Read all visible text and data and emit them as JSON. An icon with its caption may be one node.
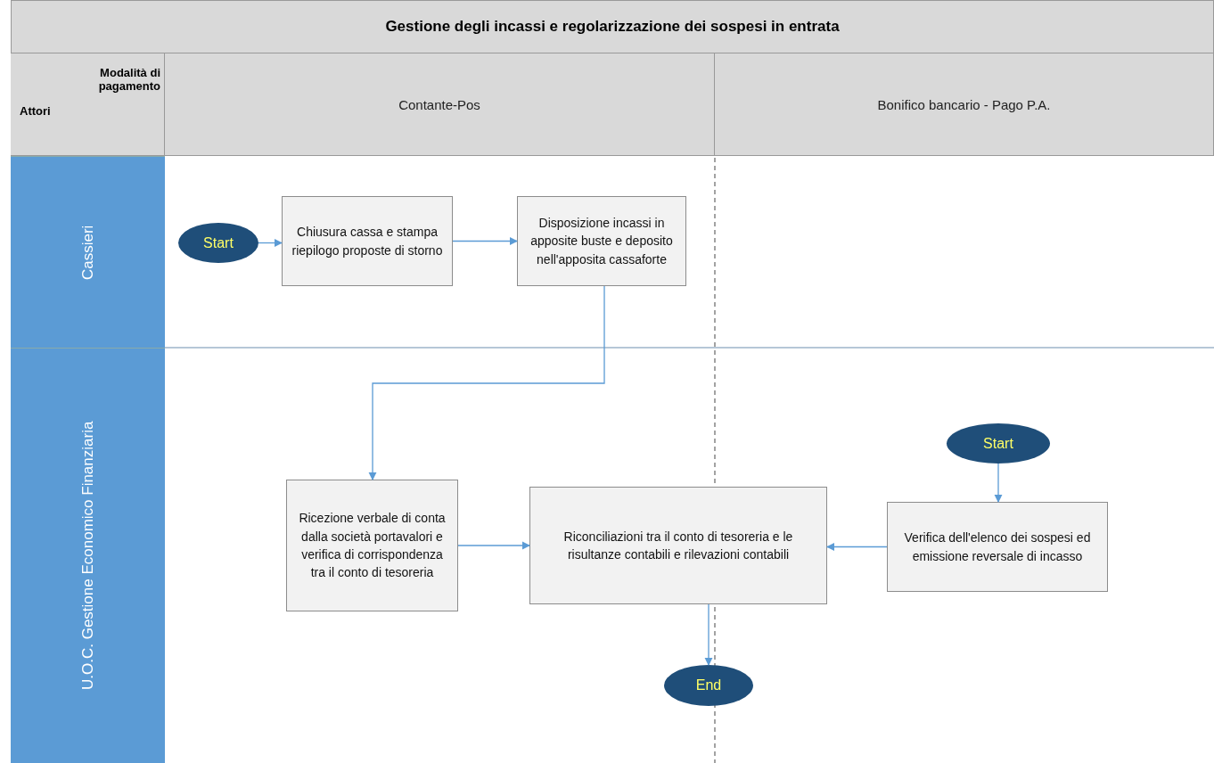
{
  "diagram": {
    "title": "Gestione degli incassi e regolarizzazione dei sospesi in entrata",
    "nodes": [
      {
        "text": [
          "Contante-Pos"
        ]
      },
      {
        "text": [
          "Bonifico bancario - Pago P.A."
        ]
      },
      {
        "text": [
          "Cassieri"
        ]
      },
      {
        "text": [
          "U.O.C. Gestione Economico Finanziaria"
        ]
      },
      {
        "text": [
          "Start"
        ]
      },
      {
        "text": [
          "Chiusura cassa e stampa riepilogo proposte di storno"
        ]
      },
      {
        "text": [
          "Disposizione incassi in apposite buste e deposito nell'apposita cassaforte"
        ]
      },
      {
        "text": [
          "Ricezione verbale di conta dalla società portavalori e verifica di corrispondenza tra il conto di tesoreria"
        ]
      },
      {
        "text": [
          "Riconciliazioni tra il conto di tesoreria e le risultanze contabili e rilevazioni contabili"
        ]
      },
      {
        "text": [
          "Start"
        ]
      },
      {
        "text": [
          "Verifica dell'elenco dei sospesi ed emissione reversale di incasso"
        ]
      },
      {
        "text": [
          "End"
        ]
      }
    ],
    "edges": [
      {
        "from": 4,
        "to": 5,
        "arrow": "to"
      },
      {
        "from": 5,
        "to": 6,
        "arrow": "to"
      },
      {
        "from": 6,
        "to": 7,
        "arrow": "to"
      },
      {
        "from": 7,
        "to": 8,
        "arrow": "to"
      },
      {
        "from": 10,
        "to": 8,
        "arrow": "to"
      },
      {
        "from": 9,
        "to": 10,
        "arrow": "to"
      },
      {
        "from": 8,
        "to": 11,
        "arrow": "to"
      }
    ],
    "labels": [
      "Modalità di pagamento",
      "Attori"
    ]
  }
}
